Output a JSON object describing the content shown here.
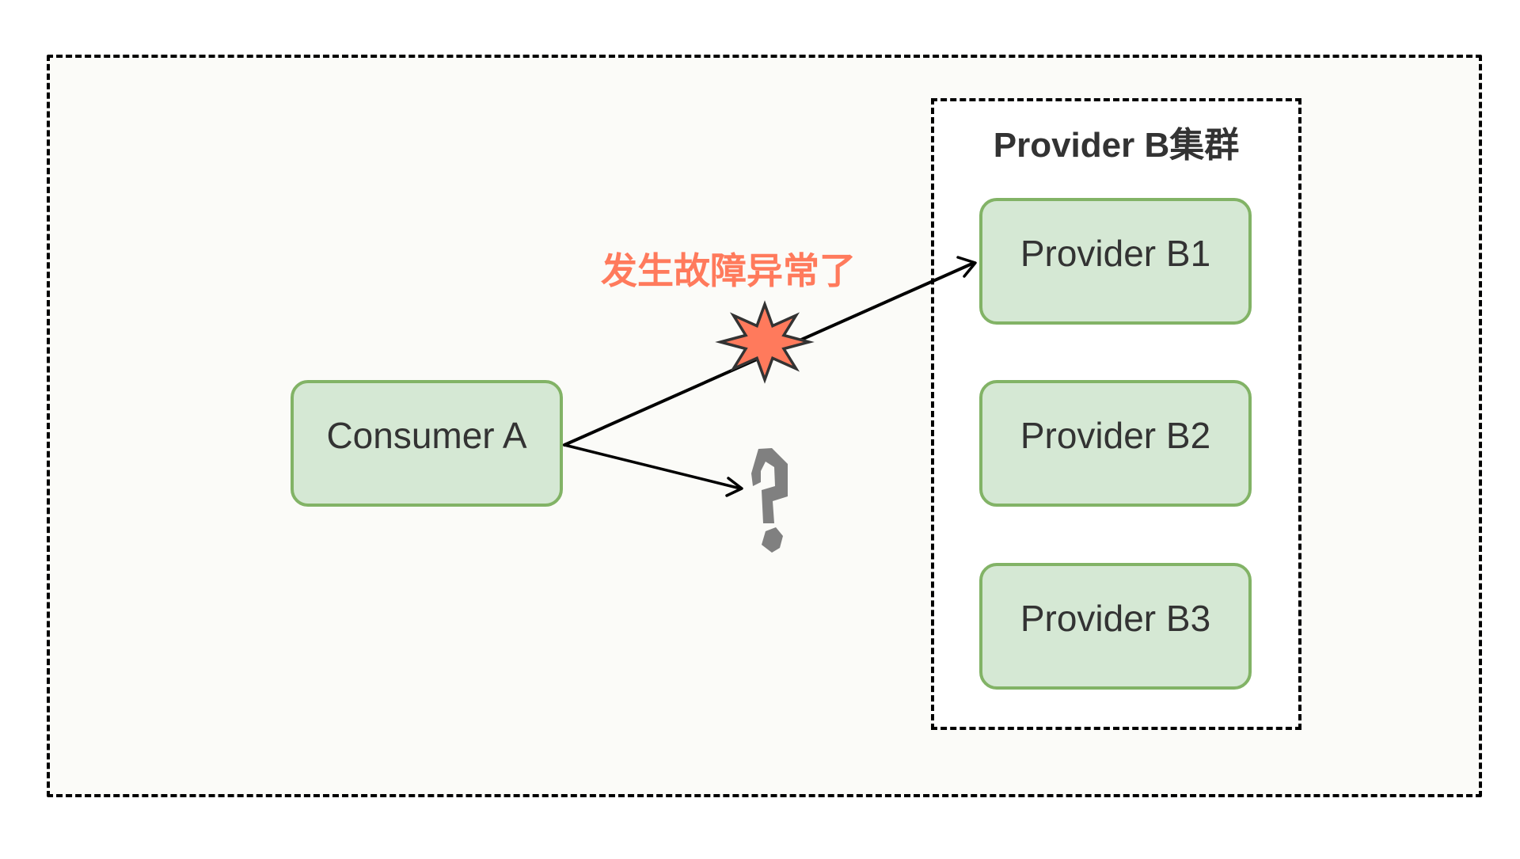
{
  "diagram": {
    "cluster": {
      "title": "Provider B集群",
      "providers": [
        {
          "label": "Provider B1"
        },
        {
          "label": "Provider B2"
        },
        {
          "label": "Provider B3"
        }
      ]
    },
    "consumer": {
      "label": "Consumer A"
    },
    "fault": {
      "label": "发生故障异常了",
      "icon": "explosion-starburst-icon",
      "color": "#ff7a5c"
    },
    "unknown_target": {
      "icon": "question-mark-icon",
      "color": "#808080"
    },
    "edges": [
      {
        "from": "Consumer A",
        "to": "Provider B1",
        "status": "failed"
      },
      {
        "from": "Consumer A",
        "to": "unknown",
        "status": "unknown"
      }
    ],
    "colors": {
      "node_fill": "#d5e8d4",
      "node_stroke": "#82b366",
      "text": "#333333",
      "background": "#fbfbf8"
    }
  }
}
